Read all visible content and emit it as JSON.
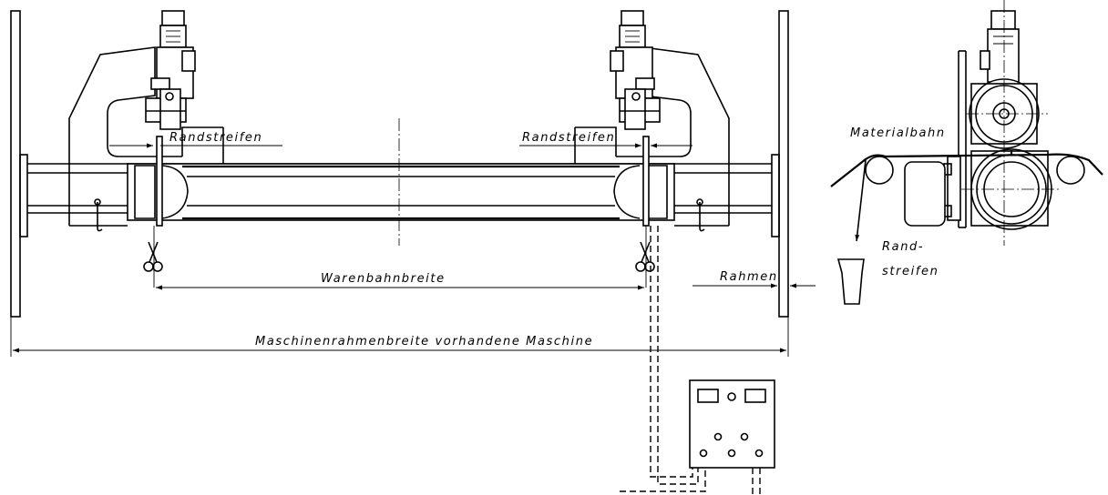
{
  "labels": {
    "randstreifen_left": "Randstreifen",
    "randstreifen_right": "Randstreifen",
    "warenbahnbreite": "Warenbahnbreite",
    "rahmen": "Rahmen",
    "maschinenrahmenbreite": "Maschinenrahmenbreite vorhandene Maschine",
    "materialbahn": "Materialbahn",
    "rand_line1": "Rand-",
    "rand_line2": "streifen"
  }
}
